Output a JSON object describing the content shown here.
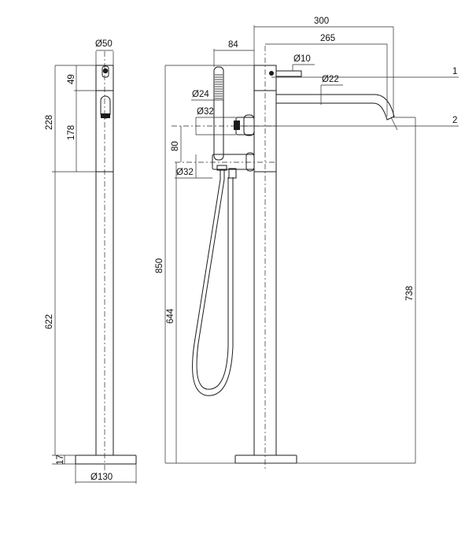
{
  "drawing": {
    "left_view": {
      "d_top": "Ø50",
      "d_base": "Ø130",
      "h_49": "49",
      "h_178": "178",
      "h_228": "228",
      "h_622": "622",
      "h_17": "17"
    },
    "right_view": {
      "w_84": "84",
      "w_300": "300",
      "w_265": "265",
      "d_10": "Ø10",
      "d_22": "Ø22",
      "d_24": "Ø24",
      "d_32_top": "Ø32",
      "d_32_bottom": "Ø32",
      "h_80": "80",
      "h_850": "850",
      "h_644": "644",
      "h_738": "738",
      "callout_1": "1",
      "callout_2": "2"
    }
  }
}
